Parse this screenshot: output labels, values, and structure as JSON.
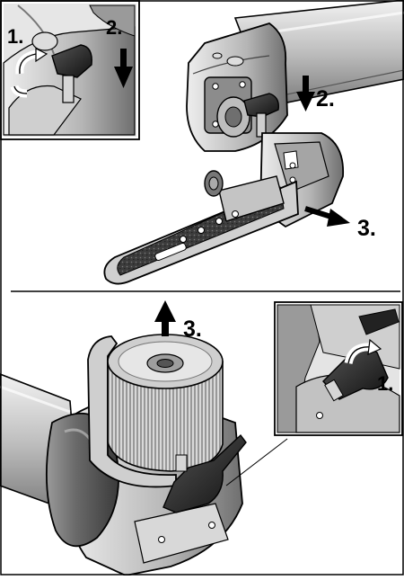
{
  "top_panel": {
    "inset_step_1": "1.",
    "inset_step_2": "2.",
    "main_step_2": "2.",
    "main_step_3": "3."
  },
  "bottom_panel": {
    "main_step_3": "3.",
    "inset_step_1": "1."
  }
}
